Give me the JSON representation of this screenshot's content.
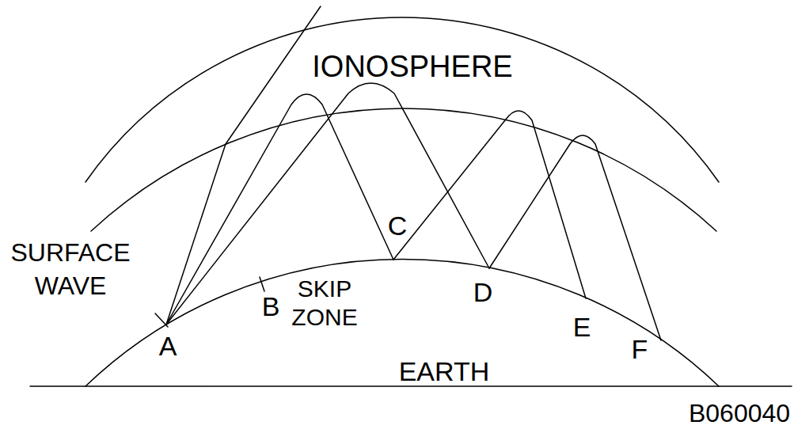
{
  "diagram": {
    "labels": [
      "IONOSPHERE",
      "SURFACE WAVE",
      "A",
      "B",
      "SKIP ZONE",
      "C",
      "D",
      "E",
      "F",
      "EARTH",
      "B060040"
    ]
  }
}
